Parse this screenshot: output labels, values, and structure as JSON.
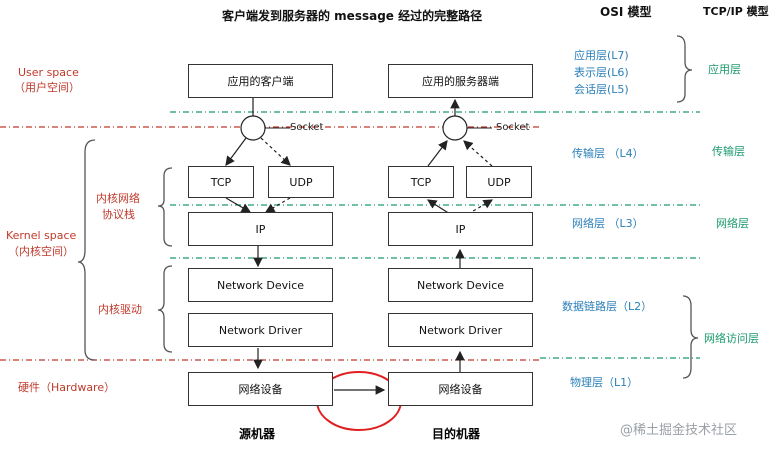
{
  "title": "客户端发到服务器的 message 经过的完整路径",
  "header": {
    "osi": "OSI 模型",
    "tcpip": "TCP/IP 模型"
  },
  "left": {
    "user_space": "User space",
    "user_space_cn": "（用户空间）",
    "kernel_space": "Kernel space",
    "kernel_space_cn": "（内核空间）",
    "kernel_net_stack_1": "内核网络",
    "kernel_net_stack_2": "协议栈",
    "kernel_driver": "内核驱动",
    "hardware": "硬件（Hardware）"
  },
  "client": {
    "app": "应用的客户端",
    "tcp": "TCP",
    "udp": "UDP",
    "ip": "IP",
    "net_device": "Network Device",
    "net_driver": "Network Driver",
    "nic": "网络设备",
    "label": "源机器"
  },
  "server": {
    "app": "应用的服务器端",
    "tcp": "TCP",
    "udp": "UDP",
    "ip": "IP",
    "net_device": "Network Device",
    "net_driver": "Network Driver",
    "nic": "网络设备",
    "label": "目的机器"
  },
  "socket_label": "Socket",
  "osi_layers": {
    "l7": "应用层(L7)",
    "l6": "表示层(L6)",
    "l5": "会话层(L5)",
    "l4": "传输层 （L4）",
    "l3": "网络层 （L3）",
    "l2": "数据链路层（L2）",
    "l1": "物理层（L1）"
  },
  "tcpip_layers": {
    "app": "应用层",
    "transport": "传输层",
    "network": "网络层",
    "access": "网络访问层"
  },
  "watermark": "@稀土掘金技术社区",
  "colors": {
    "red": "#c0392b",
    "blue": "#2a7fb8",
    "green": "#1a9a6c",
    "highlight": "#e02020"
  }
}
